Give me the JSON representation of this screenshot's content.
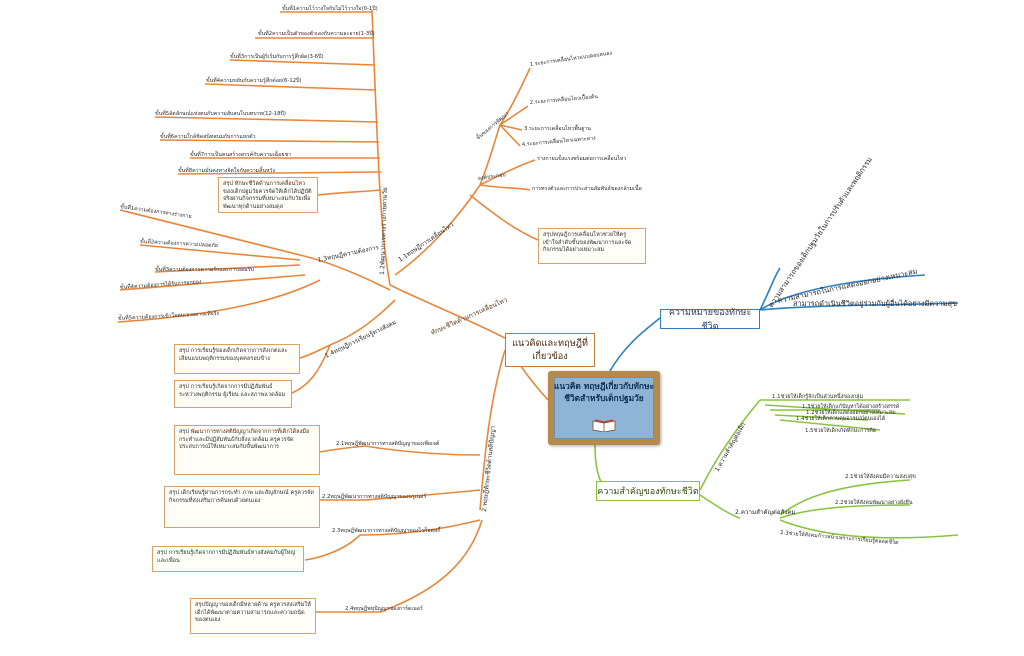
{
  "center": {
    "line1": "แนวคิด ทฤษฎีเกี่ยวกับทักษะ",
    "line2": "ชีวิตสำหรับเด็กปฐมวัย"
  },
  "colors": {
    "orange": "#e8873b",
    "blue": "#2e7fc0",
    "green": "#8ac43f",
    "teal": "#1f87a8"
  },
  "concepts": {
    "title_line1": "แนวคิดและทฤษฎีที่",
    "title_line2": "เกี่ยวข้อง",
    "trunk_label": "ทักษะชีวิตด้านการเคลื่อนไหว",
    "dev_branch": {
      "label": "1.2พัฒนาการทางร่างกายตามวัย",
      "items": [
        "ขั้นที่1ความไว้วางใจกับไม่ไว้วางใจ(0-1ปี)",
        "ขั้นที่2ความเป็นตัวของตัวเองกับความละอาย(1-3ปี)",
        "ขั้นที่3การเป็นผู้ริเริ่มกับการรู้สึกผิด(3-6ปี)",
        "ขั้นที่4ความขยันกับความรู้สึกด้อย(6-12ปี)",
        "ขั้นที่5อัตลักษณ์แห่งตนกับความสับสนในบทบาท(12-18ปี)",
        "ขั้นที่6ความใกล้ชิดสนิทสนมกับการแยกตัว",
        "ขั้นที่7การเป็นคนสร้างสรรค์กับความเฉื่อยชา",
        "ขั้นที่8ความมั่นคงทางจิตใจกับความสิ้นหวัง"
      ],
      "note": "สรุป ทักษะชีวิตด้านการเคลื่อนไหวของเด็กปฐมวัยควรจัดให้เด็กได้ปฏิบัติจริงผ่านกิจกรรมที่เหมาะสมกับวัยเพื่อพัฒนาทุกด้านอย่างสมดุล"
    },
    "move_branch": {
      "label": "1.1ทฤษฎีการเคลื่อนไหว",
      "sub1": {
        "label": "ขั้นของการพัฒนา",
        "items": [
          "1.ระยะการเคลื่อนไหวแบบตอบสนอง",
          "2.ระยะการเคลื่อนไหวเบื้องต้น",
          "3.ระยะการเคลื่อนไหวพื้นฐาน",
          "4.ระยะการเคลื่อนไหวเฉพาะทาง"
        ]
      },
      "sub2": {
        "label": "องค์ประกอบ",
        "items": [
          "ร่างกายแข็งแรงพร้อมต่อการเคลื่อนไหว",
          "การทรงตัวและการประสานสัมพันธ์ของกล้ามเนื้อ"
        ]
      },
      "note": "สรุปทฤษฎีการเคลื่อนไหวช่วยให้ครูเข้าใจลำดับขั้นของพัฒนาการและจัดกิจกรรมได้อย่างเหมาะสม"
    },
    "social_branch": {
      "label": "1.3ทฤษฎีความต้องการ",
      "items": [
        "ขั้นที่1ความต้องการทางร่างกาย",
        "ขั้นที่2ความต้องการความปลอดภัย",
        "ขั้นที่3ความต้องการความรักและการยอมรับ",
        "ขั้นที่4ความต้องการได้รับการยกย่อง",
        "ขั้นที่5ความต้องการเข้าใจตนเองอย่างแท้จริง"
      ]
    },
    "learn_branch": {
      "label": "1.4ทฤษฎีการเรียนรู้ทางสังคม",
      "note1": "สรุป การเรียนรู้ของเด็กเกิดจากการสังเกตและเลียนแบบพฤติกรรมของบุคคลรอบข้าง",
      "note2": "สรุป การเรียนรู้เกิดจากการมีปฏิสัมพันธ์ระหว่างพฤติกรรม ผู้เรียน และสภาพแวดล้อม"
    },
    "intel_branch": {
      "label": "2.ทฤษฎีทักษะชีวิตด้านสติปัญญา",
      "t1": {
        "label": "2.1ทฤษฎีพัฒนาการทางสติปัญญาของเพียเจต์",
        "note": "สรุป พัฒนาการทางสติปัญญาเกิดจากการที่เด็กได้ลงมือกระทำและมีปฏิสัมพันธ์กับสิ่งแวดล้อม ครูควรจัดประสบการณ์ให้เหมาะสมกับขั้นพัฒนาการ"
      },
      "t2": {
        "label": "2.2ทฤษฎีพัฒนาการทางสติปัญญาของบรูเนอร์",
        "note": "สรุป เด็กเรียนรู้ผ่านการกระทำ ภาพ และสัญลักษณ์ ครูควรจัดกิจกรรมที่ส่งเสริมการค้นพบด้วยตนเอง"
      },
      "t3": {
        "label": "2.3ทฤษฎีพัฒนาการทางสติปัญญาของไวก็อตสกี้",
        "note": "สรุป การเรียนรู้เกิดจากการมีปฏิสัมพันธ์ทางสังคมกับผู้ใหญ่และเพื่อน"
      },
      "t4": {
        "label": "2.4ทฤษฎีพหุปัญญาของการ์ดเนอร์",
        "note": "สรุปปัญญาของเด็กมีหลายด้าน ครูควรส่งเสริมให้เด็กได้พัฒนาตามความสามารถและความถนัดของตนเอง"
      }
    }
  },
  "meaning": {
    "title": "ความหมายของทักษะชีวิต",
    "items": [
      "ความสามารถของเด็กปฐมวัยในการปรับตัวและพฤติกรรม",
      "ความสามารถในการแสดงออกอย่างเหมาะสม",
      "สามารถดำเนินชีวิตอยู่ร่วมกับผู้อื่นได้อย่างมีความสุข"
    ]
  },
  "importance": {
    "title": "ความสำคัญของทักษะชีวิต",
    "child": {
      "label": "1.ความสำคัญต่อเด็ก",
      "items": [
        "1.1ช่วยให้เด็กรู้จักเป็นส่วนหนึ่งของกลุ่ม",
        "1.2ช่วยให้เด็กแสดงออกอย่างเหมาะสม",
        "1.3ช่วยให้เด็กแก้ปัญหาได้อย่างสร้างสรรค์",
        "1.4ช่วยให้เด็กควบคุมอารมณ์ตนเองได้",
        "1.5ช่วยให้เด็กเกิดทักษะการคิด"
      ]
    },
    "society": {
      "label": "2.ความสำคัญต่อสังคม",
      "items": [
        "2.1ช่วยให้สังคมมีความสงบสุข",
        "2.2ช่วยให้สังคมพัฒนาอย่างยั่งยืน",
        "2.3ช่วยให้สังคมก้าวหน้าเพราะการเรียนรู้ตลอดชีวิต"
      ]
    }
  }
}
